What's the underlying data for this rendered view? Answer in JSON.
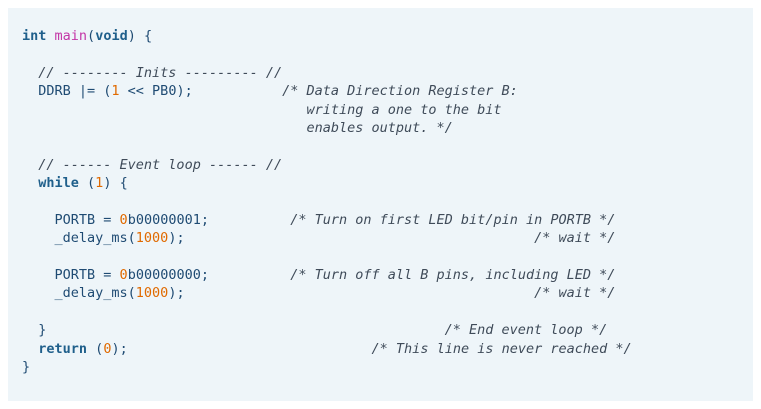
{
  "code": {
    "language": "c",
    "lines": [
      [
        {
          "t": "kw",
          "v": "int"
        },
        {
          "t": "pl",
          "v": " "
        },
        {
          "t": "fn",
          "v": "main"
        },
        {
          "t": "pl",
          "v": "("
        },
        {
          "t": "kw",
          "v": "void"
        },
        {
          "t": "pl",
          "v": ") {"
        }
      ],
      [],
      [
        {
          "t": "pl",
          "v": "  "
        },
        {
          "t": "cm",
          "v": "// -------- Inits --------- //"
        }
      ],
      [
        {
          "t": "pl",
          "v": "  DDRB |= ("
        },
        {
          "t": "num",
          "v": "1"
        },
        {
          "t": "pl",
          "v": " << PB0);           "
        },
        {
          "t": "cm",
          "v": "/* Data Direction Register B:"
        }
      ],
      [
        {
          "t": "cm",
          "v": "                                   writing a one to the bit"
        }
      ],
      [
        {
          "t": "cm",
          "v": "                                   enables output. */"
        }
      ],
      [],
      [
        {
          "t": "pl",
          "v": "  "
        },
        {
          "t": "cm",
          "v": "// ------ Event loop ------ //"
        }
      ],
      [
        {
          "t": "pl",
          "v": "  "
        },
        {
          "t": "kw",
          "v": "while"
        },
        {
          "t": "pl",
          "v": " ("
        },
        {
          "t": "num",
          "v": "1"
        },
        {
          "t": "pl",
          "v": ") {"
        }
      ],
      [],
      [
        {
          "t": "pl",
          "v": "    PORTB = "
        },
        {
          "t": "num",
          "v": "0"
        },
        {
          "t": "pl",
          "v": "b00000001;          "
        },
        {
          "t": "cm",
          "v": "/* Turn on first LED bit/pin in PORTB */"
        }
      ],
      [
        {
          "t": "pl",
          "v": "    _delay_ms("
        },
        {
          "t": "num",
          "v": "1000"
        },
        {
          "t": "pl",
          "v": ");                                           "
        },
        {
          "t": "cm",
          "v": "/* wait */"
        }
      ],
      [],
      [
        {
          "t": "pl",
          "v": "    PORTB = "
        },
        {
          "t": "num",
          "v": "0"
        },
        {
          "t": "pl",
          "v": "b00000000;          "
        },
        {
          "t": "cm",
          "v": "/* Turn off all B pins, including LED */"
        }
      ],
      [
        {
          "t": "pl",
          "v": "    _delay_ms("
        },
        {
          "t": "num",
          "v": "1000"
        },
        {
          "t": "pl",
          "v": ");                                           "
        },
        {
          "t": "cm",
          "v": "/* wait */"
        }
      ],
      [],
      [
        {
          "t": "pl",
          "v": "  }                                                 "
        },
        {
          "t": "cm",
          "v": "/* End event loop */"
        }
      ],
      [
        {
          "t": "pl",
          "v": "  "
        },
        {
          "t": "kw",
          "v": "return"
        },
        {
          "t": "pl",
          "v": " ("
        },
        {
          "t": "num",
          "v": "0"
        },
        {
          "t": "pl",
          "v": ");                              "
        },
        {
          "t": "cm",
          "v": "/* This line is never reached */"
        }
      ],
      [
        {
          "t": "pl",
          "v": "}"
        }
      ]
    ]
  },
  "colors": {
    "panel_background": "#eef5f9",
    "keyword": "#1f5f8b",
    "function": "#c335a6",
    "number": "#e06a00",
    "comment": "#3f4b59",
    "plain": "#1f4b73"
  }
}
